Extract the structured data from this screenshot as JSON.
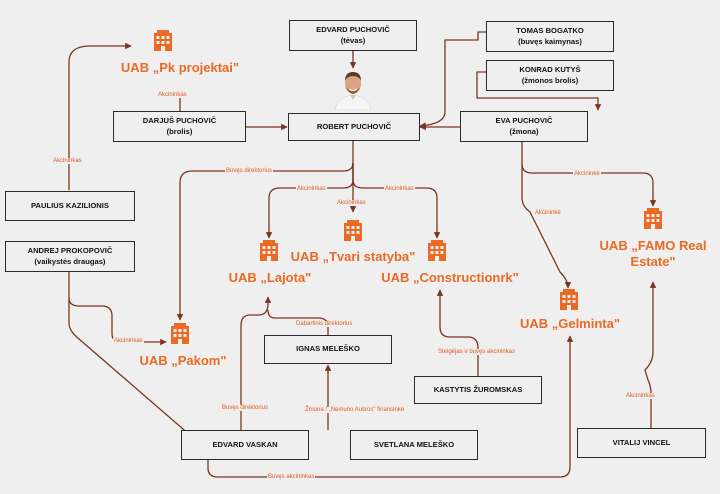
{
  "colors": {
    "accent": "#ea6a24",
    "line": "#7a3520",
    "box_border": "#2a2a2a",
    "background": "#efefef"
  },
  "people": {
    "edvard_sr": {
      "name": "EDVARD PUCHOVIČ",
      "role": "(tėvas)"
    },
    "tomas": {
      "name": "TOMAS BOGATKO",
      "role": "(buvęs kaimynas)"
    },
    "konrad": {
      "name": "KONRAD KUTYŠ",
      "role": "(žmonos brolis)"
    },
    "darjus": {
      "name": "DARJUŠ PUCHOVIČ",
      "role": "(brolis)"
    },
    "robert": {
      "name": "ROBERT PUCHOVIČ"
    },
    "eva": {
      "name": "EVA PUCHOVIČ",
      "role": "(žmona)"
    },
    "paulius": {
      "name": "PAULIUS KAZILIONIS"
    },
    "andrej": {
      "name": "ANDREJ PROKOPOVIČ",
      "role": "(vaikystės draugas)"
    },
    "ignas": {
      "name": "IGNAS MELEŠKO"
    },
    "kastytis": {
      "name": "KASTYTIS ŽUROMSKAS"
    },
    "edvard_v": {
      "name": "EDVARD VASKAN"
    },
    "svetlana": {
      "name": "SVETLANA MELEŠKO"
    },
    "vitalij": {
      "name": "VITALIJ VINCEL"
    }
  },
  "companies": {
    "pk": "UAB „Pk projektai\"",
    "lajota": "UAB „Lajota\"",
    "tvari": "UAB „Tvari statyba\"",
    "construction": "UAB „Constructionrk\"",
    "famo_1": "UAB „FAMO Real",
    "famo_2": "Estate\"",
    "pakom": "UAB „Pakom\"",
    "gelminta": "UAB „Gelminta\""
  },
  "labels": {
    "akcininkas": "Akcininkas",
    "akcininke": "Akcininkė",
    "buves_direktorius": "Buvęs direktorius",
    "dabartinis_direktorius": "Dabartinis direktorius",
    "steigejas": "Steigėjas ir buvęs akcininkas",
    "zmona": "Žmona / „Nemuno Aušros\" finansinkė",
    "buves_akcininkas": "Buvęs akcininkas"
  },
  "icons": {
    "building": "building-icon",
    "portrait": "person-photo"
  }
}
